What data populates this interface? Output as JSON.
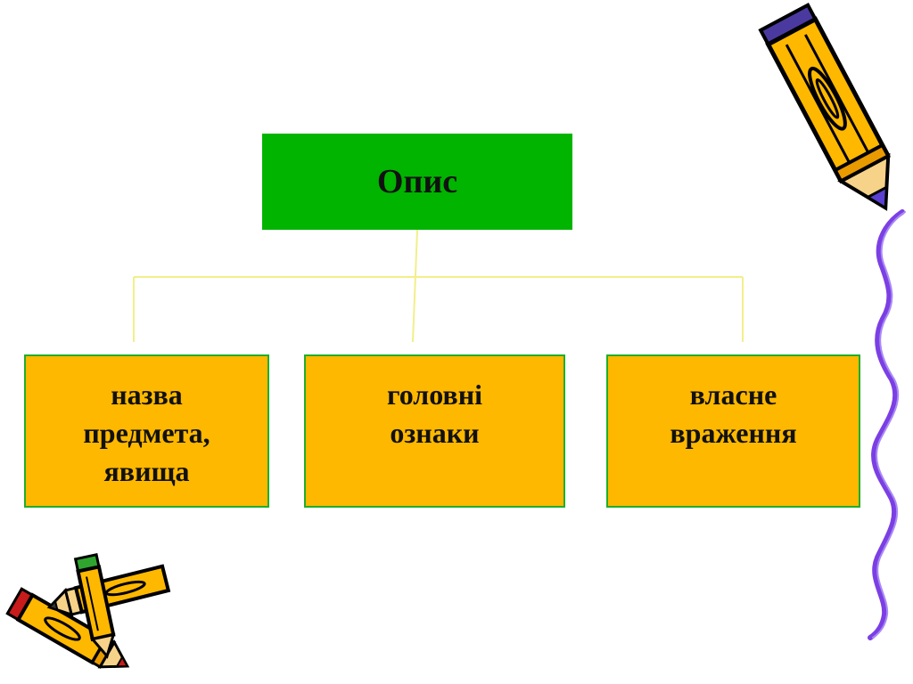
{
  "diagram": {
    "root": {
      "label": "Опис"
    },
    "children": [
      {
        "label": "назва\nпредмета,\nявища"
      },
      {
        "label": "головні\nознаки"
      },
      {
        "label": "власне\nвраження"
      }
    ]
  },
  "colors": {
    "root_fill": "#00b400",
    "child_fill": "#ffb800",
    "child_border": "#1fae2a",
    "connector": "#f2ef8a",
    "decor_squiggle": "#7b3fe4"
  },
  "decorations": [
    {
      "icon": "pencil-icon"
    },
    {
      "icon": "crossed-pencils-icon"
    },
    {
      "icon": "squiggle-line-icon"
    }
  ]
}
